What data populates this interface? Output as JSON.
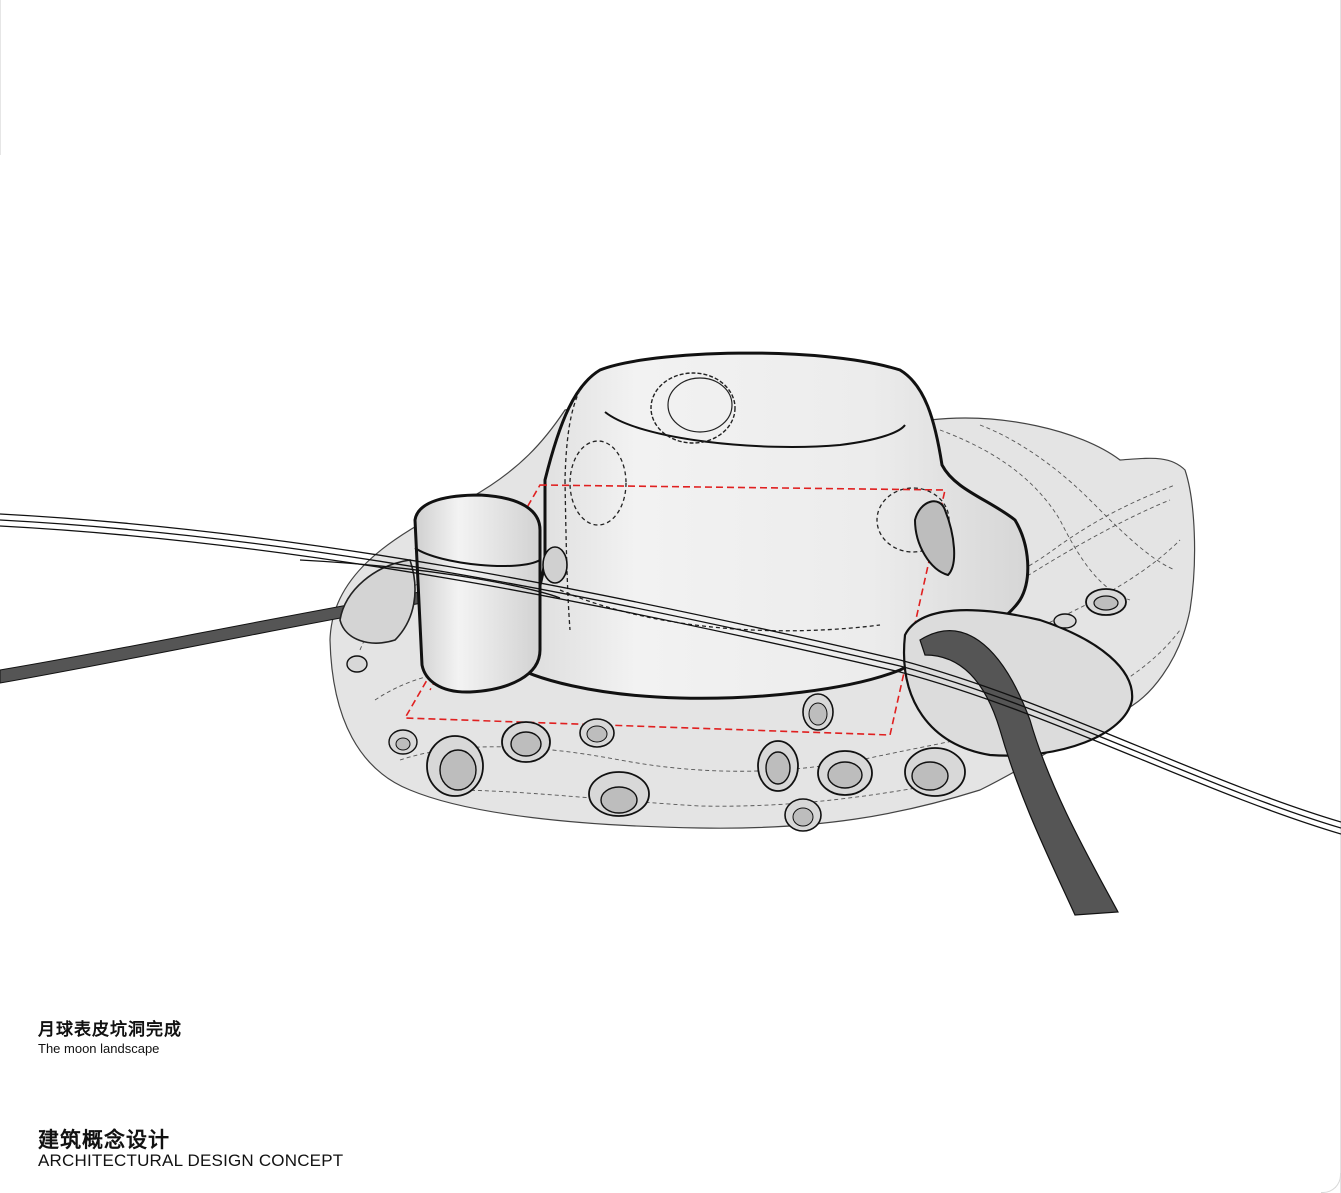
{
  "caption": {
    "title_zh": "月球表皮坑洞完成",
    "title_en": "The moon landscape"
  },
  "footer": {
    "section_zh": "建筑概念设计",
    "section_en": "ARCHITECTURAL DESIGN CONCEPT"
  },
  "colors": {
    "background": "#ffffff",
    "ink": "#111111",
    "shell_fill": "#e4e4e4",
    "body_fill": "#e8e8e8",
    "road_fill": "#555555",
    "accent_red": "#e02020"
  }
}
